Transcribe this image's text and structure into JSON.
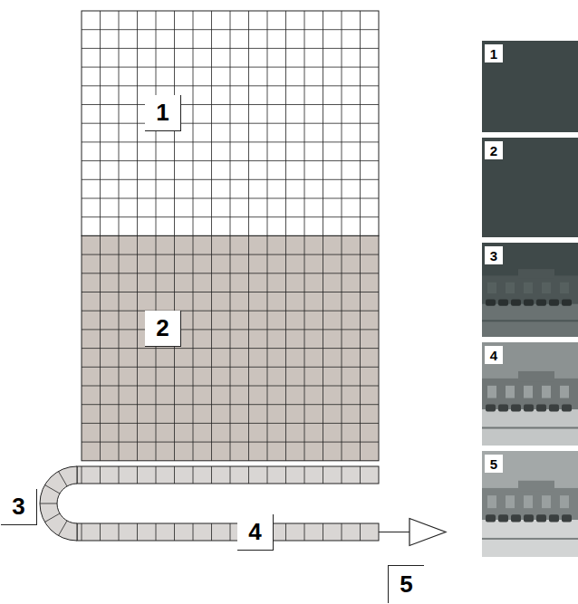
{
  "diagram": {
    "labels": [
      "1",
      "2",
      "3",
      "4",
      "5",
      "1",
      "2",
      "3",
      "4",
      "5"
    ]
  }
}
